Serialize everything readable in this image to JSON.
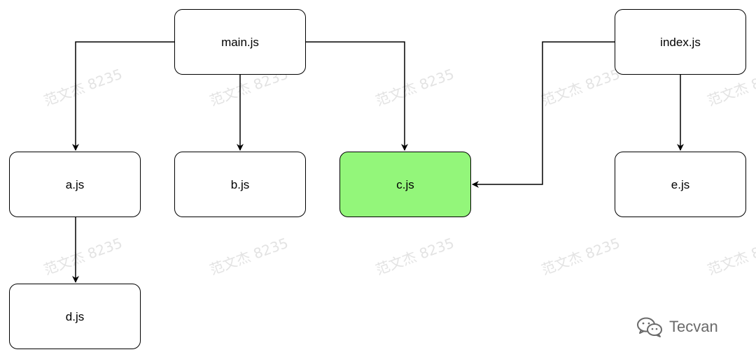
{
  "diagram": {
    "nodes": [
      {
        "id": "main",
        "label": "main.js"
      },
      {
        "id": "index",
        "label": "index.js"
      },
      {
        "id": "a",
        "label": "a.js"
      },
      {
        "id": "b",
        "label": "b.js"
      },
      {
        "id": "c",
        "label": "c.js",
        "highlighted": true
      },
      {
        "id": "e",
        "label": "e.js"
      },
      {
        "id": "d",
        "label": "d.js"
      }
    ],
    "edges": [
      {
        "from": "main",
        "to": "a"
      },
      {
        "from": "main",
        "to": "b"
      },
      {
        "from": "main",
        "to": "c"
      },
      {
        "from": "index",
        "to": "c"
      },
      {
        "from": "index",
        "to": "e"
      },
      {
        "from": "a",
        "to": "d"
      }
    ],
    "colors": {
      "highlight_fill": "#93f67a",
      "node_border": "#000000",
      "edge": "#000000",
      "watermark": "#e3e3e3",
      "brand": "#6a6a6a"
    }
  },
  "watermark_text": "范文杰 8235",
  "brand": {
    "icon": "wechat-icon",
    "label": "Tecvan"
  }
}
